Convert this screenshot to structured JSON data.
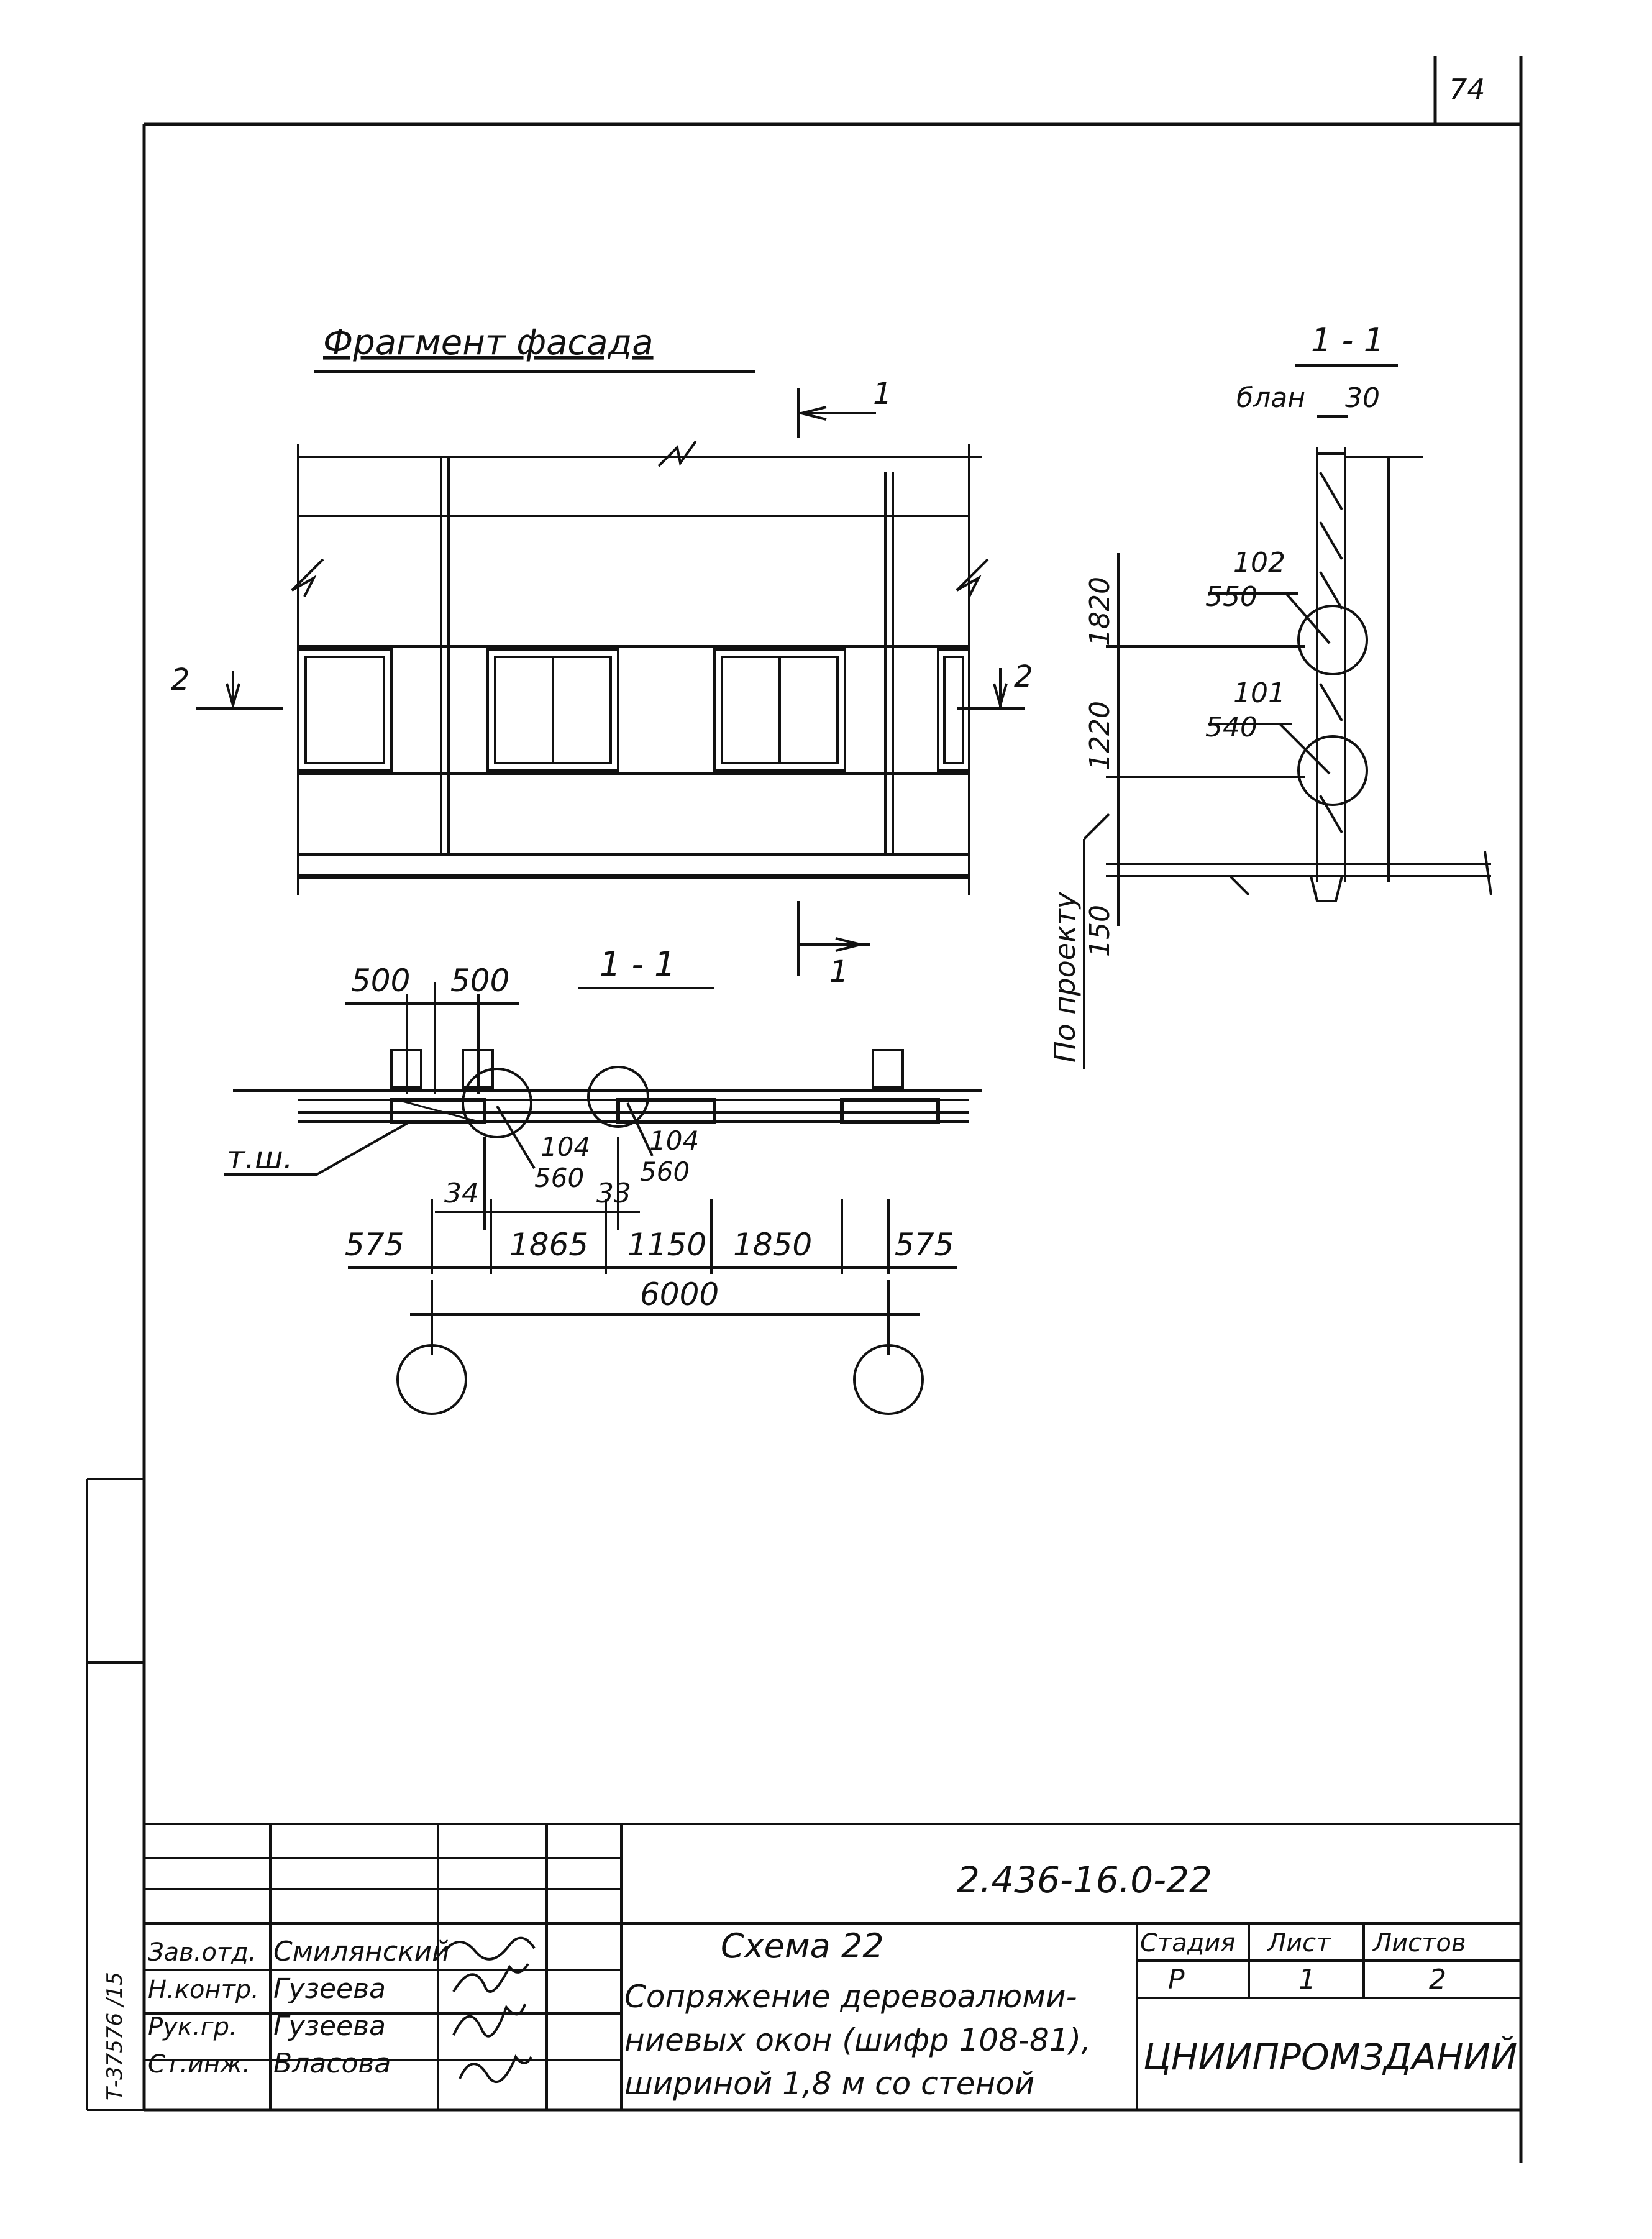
{
  "sheet": {
    "page_number": "74",
    "facade_title": "Фрагмент фасада",
    "section_label_main": "1 - 1",
    "section_label_side": "1 - 1",
    "section_cut_1": "1",
    "section_cut_2": "2",
    "opaque_label": "блан",
    "dim_30": "30",
    "node_callouts": [
      {
        "top": "102",
        "bottom": "550"
      },
      {
        "top": "101",
        "bottom": "540"
      },
      {
        "top": "104",
        "bottom": "560"
      },
      {
        "top": "104",
        "bottom": "560"
      }
    ],
    "vertical_dims": [
      "1820",
      "1220",
      "150"
    ],
    "po_proektu": "По проекту",
    "plan_top_dims": [
      "500",
      "500"
    ],
    "plan_small_dims": [
      "34",
      "33"
    ],
    "plan_bottom_dims": [
      "575",
      "1865",
      "1150",
      "1850",
      "575"
    ],
    "plan_total_dim": "6000",
    "tsh_label": "т.ш.",
    "seal_text": "Т-37576 /15"
  },
  "title_block": {
    "code": "2.436-16.0-22",
    "scheme_title": "Схема 22",
    "description_lines": [
      "Сопряжение деревоалюми-",
      "ниевых окон (шифр 108-81),",
      "шириной 1,8 м со стеной"
    ],
    "stage_header": "Стадия",
    "sheet_header": "Лист",
    "sheets_header": "Листов",
    "stage_value": "Р",
    "sheet_value": "1",
    "sheets_value": "2",
    "organization": "ЦНИИПРОМЗДАНИЙ",
    "signers": [
      {
        "role": "Зав.отд.",
        "name": "Смилянский"
      },
      {
        "role": "Н.контр.",
        "name": "Гузеева"
      },
      {
        "role": "Рук.гр.",
        "name": "Гузеева"
      },
      {
        "role": "Ст.инж.",
        "name": "Власова"
      }
    ]
  }
}
